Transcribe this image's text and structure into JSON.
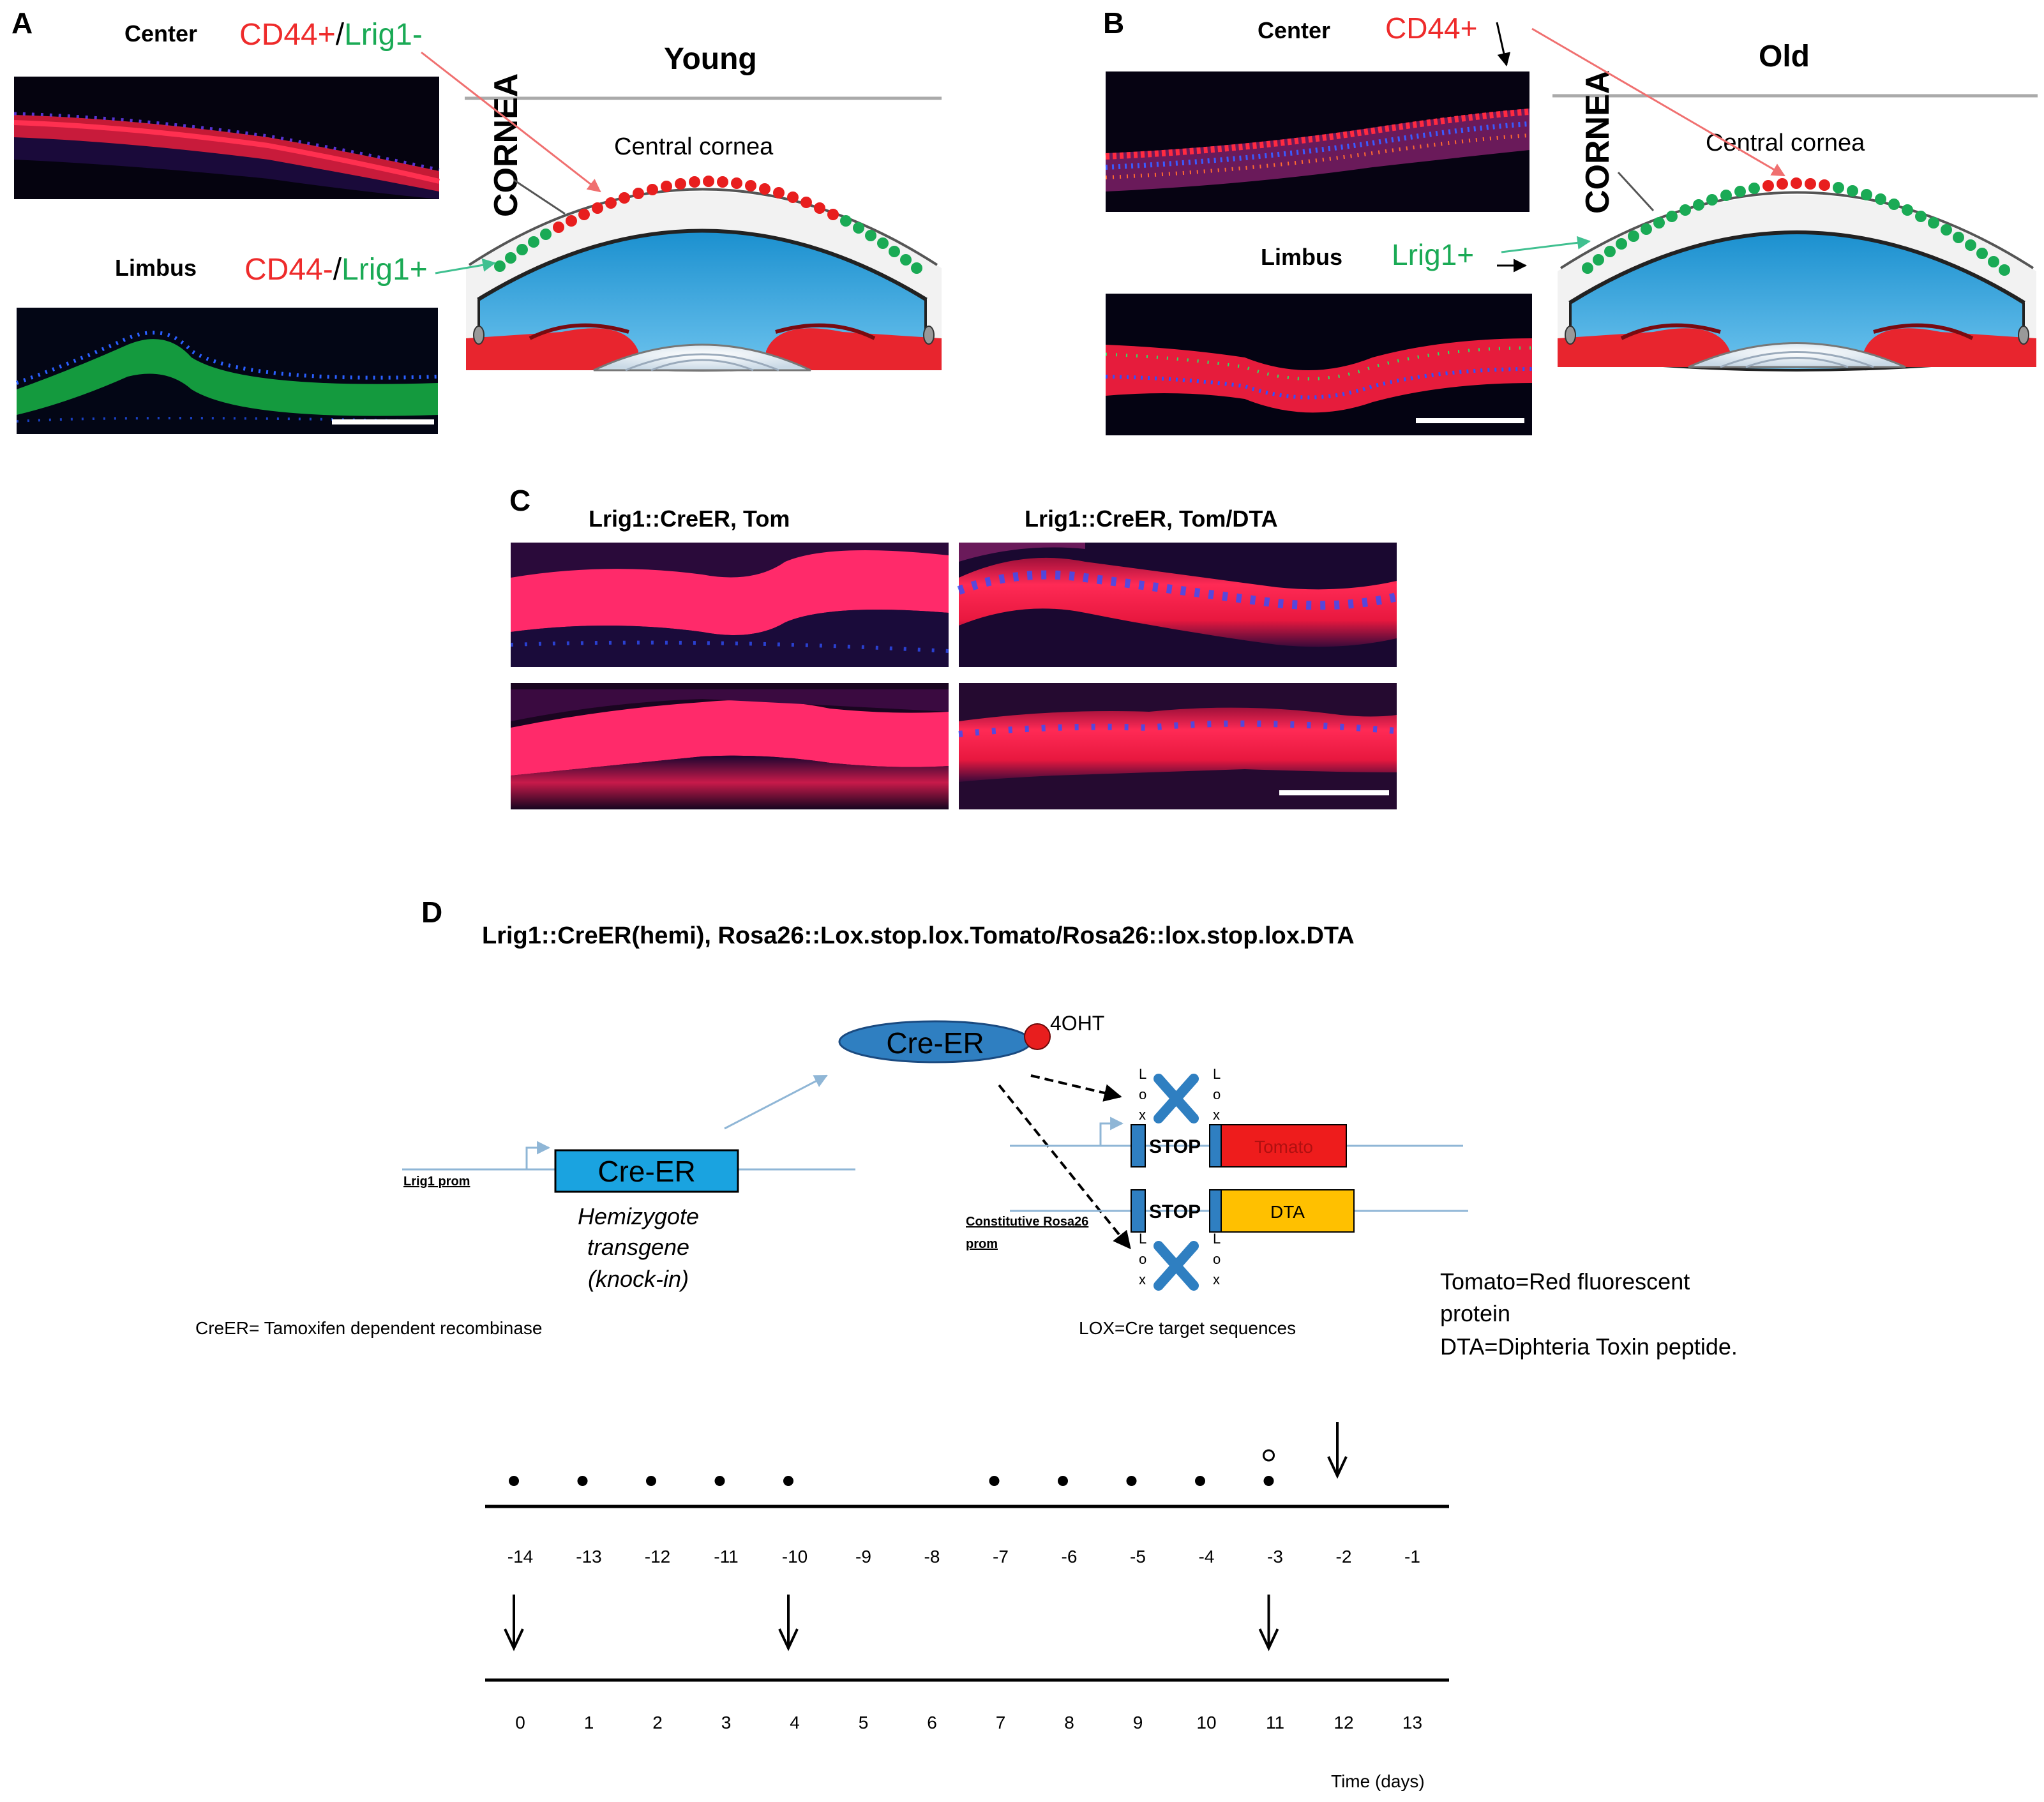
{
  "panel_a": {
    "letter": "A",
    "center_label": "Center",
    "center_marker_pos": "CD44+",
    "slash": "/",
    "center_marker_neg": "Lrig1-",
    "limbus_label": "Limbus",
    "limbus_marker_neg": "CD44-",
    "limbus_marker_pos": "Lrig1+",
    "cornea_label": "CORNEA",
    "age_label": "Young",
    "central_cornea_label": "Central cornea"
  },
  "panel_b": {
    "letter": "B",
    "center_label": "Center",
    "center_marker": "CD44+",
    "limbus_label": "Limbus",
    "limbus_marker": "Lrig1+",
    "cornea_label": "CORNEA",
    "age_label": "Old",
    "central_cornea_label": "Central cornea"
  },
  "panel_c": {
    "letter": "C",
    "left_title": "Lrig1::CreER, Tom",
    "right_title": "Lrig1::CreER, Tom/DTA"
  },
  "panel_d": {
    "letter": "D",
    "genotype": "Lrig1::CreER(hemi), Rosa26::Lox.stop.lox.Tomato/Rosa26::lox.stop.lox.DTA",
    "cre_er_free": "Cre-ER",
    "cre_er_bound": "Cre-ER",
    "ohtx": "4OHT",
    "lrig1_prom": "Lrig1 prom",
    "transgene_l1": "Hemizygote",
    "transgene_l2": "transgene",
    "transgene_l3": "(knock-in)",
    "creer_def": "CreER= Tamoxifen dependent recombinase",
    "stop": "STOP",
    "tomato": "Tomato",
    "dta": "DTA",
    "rosa_prom_l1": "Constitutive Rosa26",
    "rosa_prom_l2": "prom",
    "lox_l": "L",
    "lox_o": "o",
    "lox_x": "x",
    "lox_def": "LOX=Cre target sequences",
    "legend_l1": "Tomato=Red fluorescent",
    "legend_l2": "protein",
    "legend_l3": "DTA=Diphteria Toxin peptide.",
    "timeline_top_ticks": [
      "-14",
      "-13",
      "-12",
      "-11",
      "-10",
      "-9",
      "-8",
      "-7",
      "-6",
      "-5",
      "-4",
      "-3",
      "-2",
      "-1"
    ],
    "timeline_bottom_ticks": [
      "0",
      "1",
      "2",
      "3",
      "4",
      "5",
      "6",
      "7",
      "8",
      "9",
      "10",
      "11",
      "12",
      "13"
    ],
    "filled_dot_ticks": [
      "-14",
      "-13",
      "-12",
      "-11",
      "-10",
      "-7",
      "-6",
      "-5",
      "-4",
      "-3"
    ],
    "open_dot_ticks": [
      "-3"
    ],
    "top_arrow_ticks": [
      "-2"
    ],
    "bottom_arrow_ticks": [
      "0",
      "4",
      "11"
    ],
    "time_axis_label": "Time (days)"
  },
  "colors": {
    "cd44": "#ee2b2b",
    "lrig1": "#1aaa55",
    "cornea_blue": "#3d9fd6",
    "cre_er_box": "#1aa3e0",
    "tomato_box": "#ee1c1c",
    "dta_box": "#ffc000",
    "lox_cross": "#2f7fc1"
  }
}
